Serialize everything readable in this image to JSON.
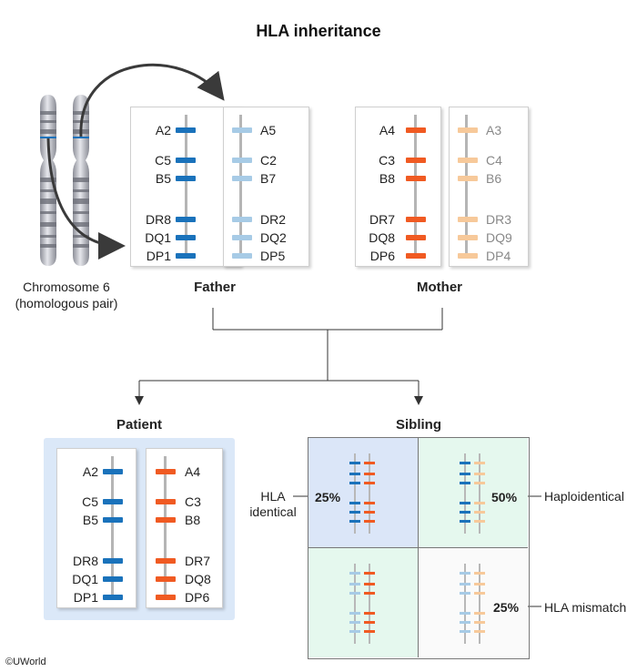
{
  "title": "HLA inheritance",
  "chromosome_label": {
    "line1": "Chromosome 6",
    "line2": "(homologous pair)"
  },
  "parents": {
    "father": "Father",
    "mother": "Mother"
  },
  "offspring": {
    "patient": "Patient",
    "sibling": "Sibling"
  },
  "colors": {
    "father_a": "#1a72bb",
    "father_b": "#a7cbe6",
    "mother_a": "#f05a22",
    "mother_b": "#f7c99a"
  },
  "haplotypes": {
    "father_a": [
      "A2",
      "C5",
      "B5",
      "DR8",
      "DQ1",
      "DP1"
    ],
    "father_b": [
      "A5",
      "C2",
      "B7",
      "DR2",
      "DQ2",
      "DP5"
    ],
    "mother_a": [
      "A4",
      "C3",
      "B8",
      "DR7",
      "DQ8",
      "DP6"
    ],
    "mother_b": [
      "A3",
      "C4",
      "B6",
      "DR3",
      "DQ9",
      "DP4"
    ]
  },
  "sibling_outcomes": [
    {
      "percent": "25%",
      "label": "HLA identical"
    },
    {
      "percent": "50%",
      "label": "Haploidentical"
    },
    {
      "percent": "25%",
      "label": "HLA mismatch"
    }
  ],
  "copyright": "©UWorld"
}
